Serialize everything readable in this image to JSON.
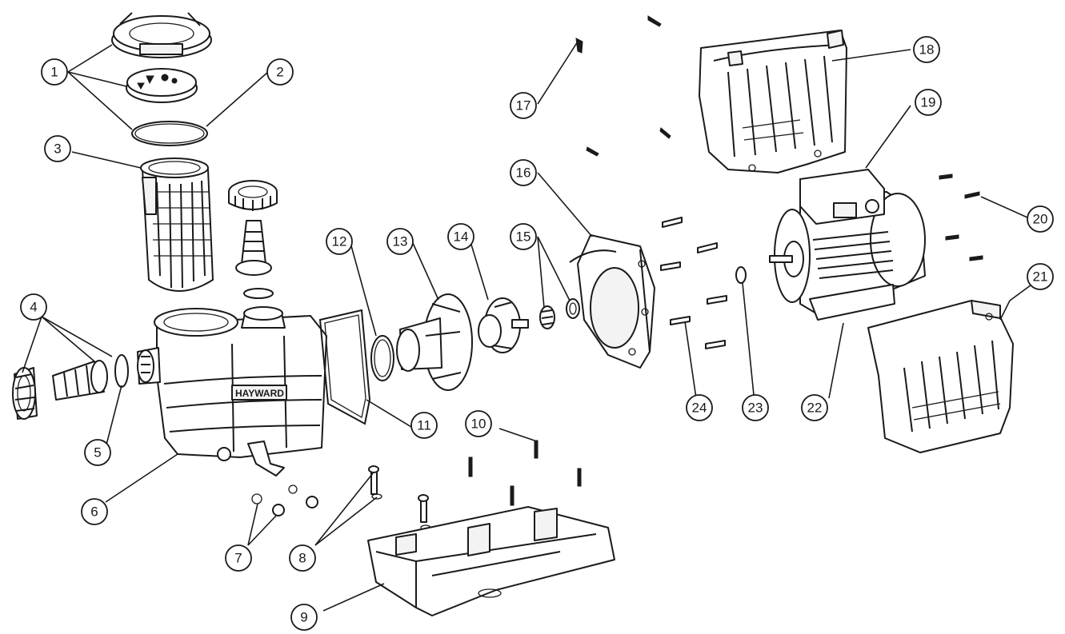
{
  "brand_text": "HAYWARD",
  "callouts": [
    {
      "id": "c1",
      "label": "1"
    },
    {
      "id": "c2",
      "label": "2"
    },
    {
      "id": "c3",
      "label": "3"
    },
    {
      "id": "c4",
      "label": "4"
    },
    {
      "id": "c5",
      "label": "5"
    },
    {
      "id": "c6",
      "label": "6"
    },
    {
      "id": "c7",
      "label": "7"
    },
    {
      "id": "c8",
      "label": "8"
    },
    {
      "id": "c9",
      "label": "9"
    },
    {
      "id": "c10",
      "label": "10"
    },
    {
      "id": "c11",
      "label": "11"
    },
    {
      "id": "c12",
      "label": "12"
    },
    {
      "id": "c13",
      "label": "13"
    },
    {
      "id": "c14",
      "label": "14"
    },
    {
      "id": "c15",
      "label": "15"
    },
    {
      "id": "c16",
      "label": "16"
    },
    {
      "id": "c17",
      "label": "17"
    },
    {
      "id": "c18",
      "label": "18"
    },
    {
      "id": "c19",
      "label": "19"
    },
    {
      "id": "c20",
      "label": "20"
    },
    {
      "id": "c21",
      "label": "21"
    },
    {
      "id": "c22",
      "label": "22"
    },
    {
      "id": "c23",
      "label": "23"
    },
    {
      "id": "c24",
      "label": "24"
    }
  ]
}
